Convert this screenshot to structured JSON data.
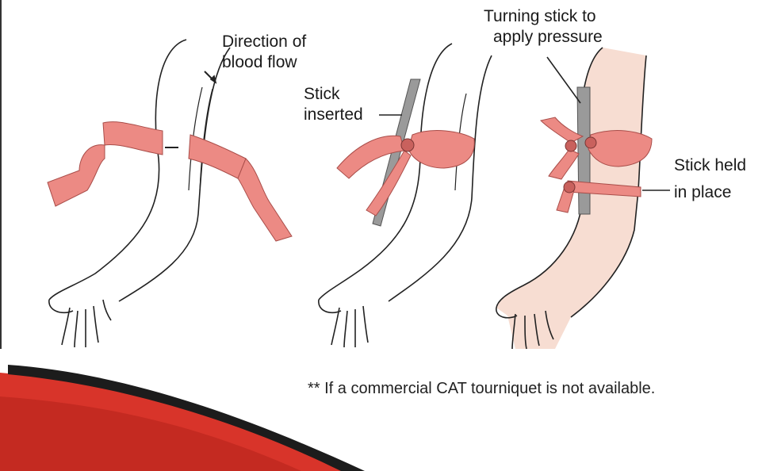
{
  "labels": {
    "direction_line1": "Direction of",
    "direction_line2": "blood flow",
    "stick_inserted_line1": "Stick",
    "stick_inserted_line2": "inserted",
    "turning_line1": "Turning stick to",
    "turning_line2": "apply pressure",
    "stick_held_line1": "Stick held",
    "stick_held_line2": "in place"
  },
  "footnote": "** If a commercial CAT tourniquet is not available.",
  "colors": {
    "bandage": "#ec8a84",
    "bandage_dark": "#c9615d",
    "stick": "#9a9a9a",
    "skin_tint": "#f7ddd2",
    "accent_red": "#d8342a",
    "accent_black": "#1c1c1c"
  }
}
